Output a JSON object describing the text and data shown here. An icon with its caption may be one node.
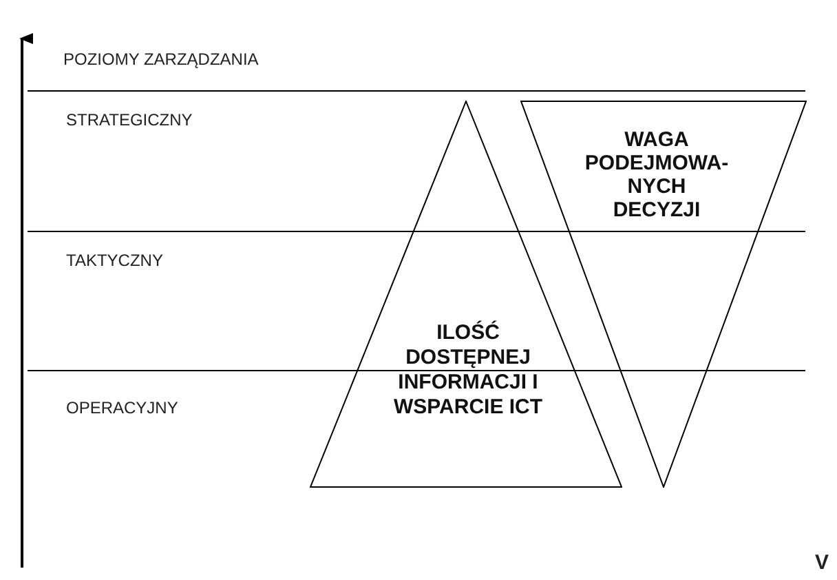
{
  "diagram": {
    "nodes": [
      {
        "text": [
          "ILOŚĆ DOSTĘPNEJ INFORMACJI I WSPARCIE ICT"
        ]
      },
      {
        "text": [
          "WAGA PODEJMOWA- NYCH DECYZJI"
        ]
      }
    ],
    "edges": [],
    "labels": [
      "POZIOMY ZARZĄDZANIA",
      "STRATEGICZNY",
      "TAKTYCZNY",
      "OPERACYJNY",
      "V"
    ]
  }
}
